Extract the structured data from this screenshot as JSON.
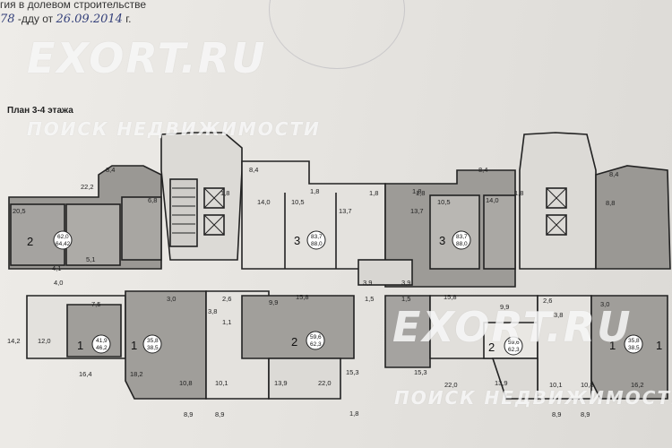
{
  "header": {
    "line1_tail": "гия в долевом строительстве",
    "line2_prefix": "78",
    "line2_mid": "-дду от",
    "line2_date": "26.09.2014",
    "line2_suffix": "г."
  },
  "plan_title": "План 3-4 этажа",
  "watermark": {
    "brand": "EXORT.RU",
    "tagline": "ПОИСК НЕДВИЖИМОСТИ"
  },
  "apartments": [
    {
      "rooms": "2",
      "total": "62,0",
      "living": "64,42"
    },
    {
      "rooms": "3",
      "total": "83,7",
      "living": "88,0"
    },
    {
      "rooms": "3",
      "total": "83,7",
      "living": "88,0"
    },
    {
      "rooms": "1",
      "total": "41,9",
      "living": "46,2"
    },
    {
      "rooms": "1",
      "total": "35,8",
      "living": "38,5"
    },
    {
      "rooms": "2",
      "total": "59,6",
      "living": "62,3"
    },
    {
      "rooms": "2",
      "total": "59,6",
      "living": "62,3"
    },
    {
      "rooms": "1",
      "total": "35,8",
      "living": "38,5"
    },
    {
      "rooms": "1",
      "total": "",
      "living": ""
    }
  ],
  "room_areas": [
    "8,4",
    "22,2",
    "20,5",
    "6,8",
    "5,1",
    "4,1",
    "4,0",
    "7,5",
    "14,2",
    "12,0",
    "16,4",
    "18,2",
    "8,4",
    "14,0",
    "10,5",
    "1,8",
    "13,7",
    "1,8",
    "13,7",
    "10,5",
    "14,0",
    "8,4",
    "8,4",
    "8,8",
    "3,9",
    "3,9",
    "1,5",
    "1,5",
    "15,8",
    "15,8",
    "3,0",
    "2,6",
    "3,8",
    "1,1",
    "9,9",
    "15,3",
    "10,8",
    "10,1",
    "13,9",
    "22,0",
    "8,9",
    "8,9",
    "1,8",
    "15,3",
    "22,0",
    "13,9",
    "10,1",
    "10,8",
    "9,9",
    "2,6",
    "3,8",
    "3,0",
    "16,2",
    "8,9",
    "8,9",
    "1,8",
    "1,8",
    "1,8",
    "1,8"
  ]
}
